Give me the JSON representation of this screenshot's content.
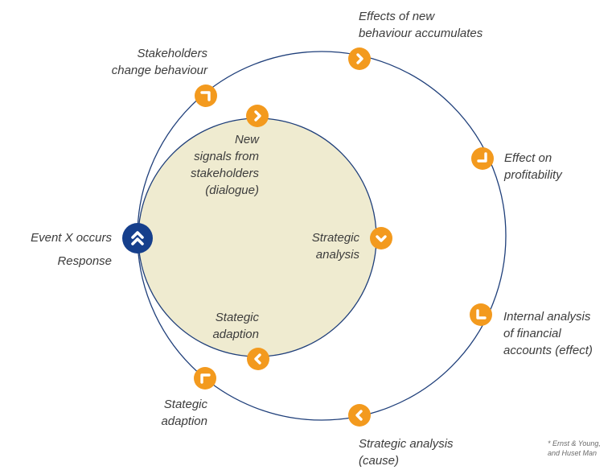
{
  "colors": {
    "outer_ring": "#1f3f7a",
    "inner_circle_fill": "#efebd0",
    "inner_circle_stroke": "#1f3f7a",
    "marker": "#f39a1e",
    "start_marker": "#163f8c",
    "text": "#3c3c3c"
  },
  "start": {
    "event_label": "Event X occurs",
    "response_label": "Response",
    "icon": "double-chevron-up-icon"
  },
  "outer_cycle": {
    "stakeholders": "Stakeholders\nchange behaviour",
    "effects": "Effects of new\nbehaviour accumulates",
    "profitability": "Effect on\nprofitability",
    "internal_analysis": "Internal analysis\nof financial\naccounts (effect)",
    "strategic_analysis_cause": "Strategic analysis\n(cause)",
    "stategic_adaption": "Stategic\nadaption"
  },
  "inner_cycle": {
    "new_signals": "New\nsignals from\nstakeholders\n(dialogue)",
    "strategic_analysis": "Strategic\nanalysis",
    "stategic_adaption": "Stategic\nadaption"
  },
  "footnote": "* Ernst & Young,\n  and Huset Man"
}
